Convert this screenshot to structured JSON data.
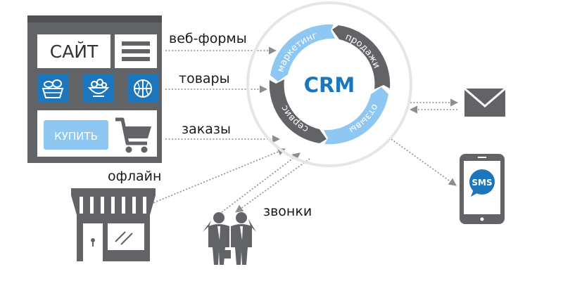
{
  "site": {
    "logo_text": "САЙТ",
    "buy_button": "КУПИТЬ"
  },
  "flows": {
    "web_forms": "веб-формы",
    "goods": "товары",
    "orders": "заказы",
    "offline": "офлайн",
    "calls": "звонки"
  },
  "crm": {
    "center": "CRM",
    "segments": [
      "маркетинг",
      "продажи",
      "отзывы",
      "сервис"
    ]
  },
  "channels": {
    "sms_badge": "SMS"
  },
  "colors": {
    "dark_gray": "#616367",
    "light_blue": "#8ec8f2",
    "site_blue": "#1c76bd",
    "crm_text": "#1c76bd",
    "arrow": "#8d8d8d"
  },
  "icons": [
    "list-icon",
    "bread-basket-icon",
    "salad-bowl-icon",
    "basketball-icon",
    "cart-icon",
    "shop-icon",
    "businessman-icon",
    "mail-envelope-icon",
    "smartphone-icon"
  ]
}
